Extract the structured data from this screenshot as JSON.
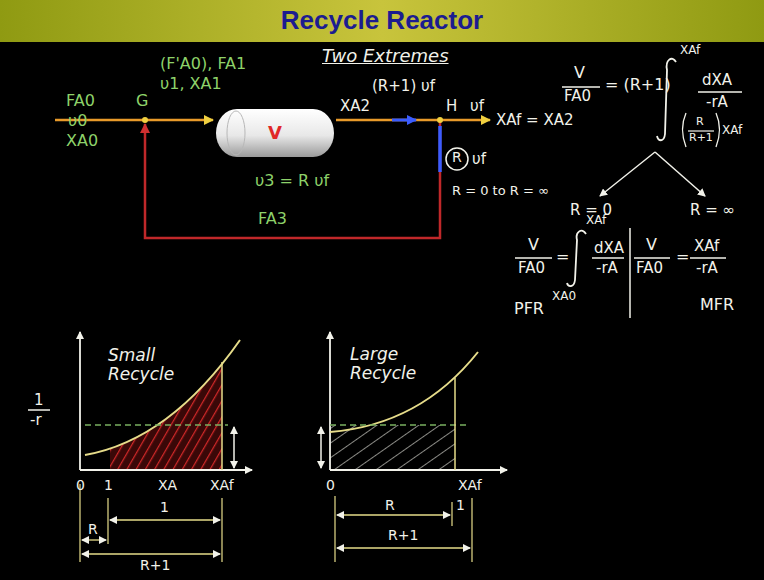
{
  "diagram": {
    "title": "Recycle Reactor",
    "nodes": [
      {
        "text": [
          "V"
        ]
      }
    ],
    "labels": [
      "Two Extremes",
      "FA0",
      "υ0",
      "XA0",
      "G",
      "(F'A0), FA1",
      "υ1, XA1",
      "XA2",
      "(R+1) υf",
      "H",
      "υf",
      "XAf = XA2",
      "R",
      "υf",
      "υ3 = R υf",
      "FA3",
      "R = 0 to R = ∞",
      "V",
      "FA0",
      "= (R+1)",
      "XAf",
      "dXA",
      "-rA",
      "R",
      "R+1",
      "XAf",
      "R = 0",
      "R = ∞",
      "V",
      "FA0",
      "=",
      "XAf",
      "dXA",
      "-rA",
      "XA0",
      "PFR",
      "V",
      "FA0",
      "=",
      "XAf",
      "-rA",
      "MFR",
      "1",
      "-r",
      "Small Recycle",
      "0",
      "1",
      "XA",
      "XAf",
      "1",
      "R",
      "R+1",
      "Large Recycle",
      "0",
      "XAf",
      "R",
      "1",
      "R+1"
    ]
  }
}
